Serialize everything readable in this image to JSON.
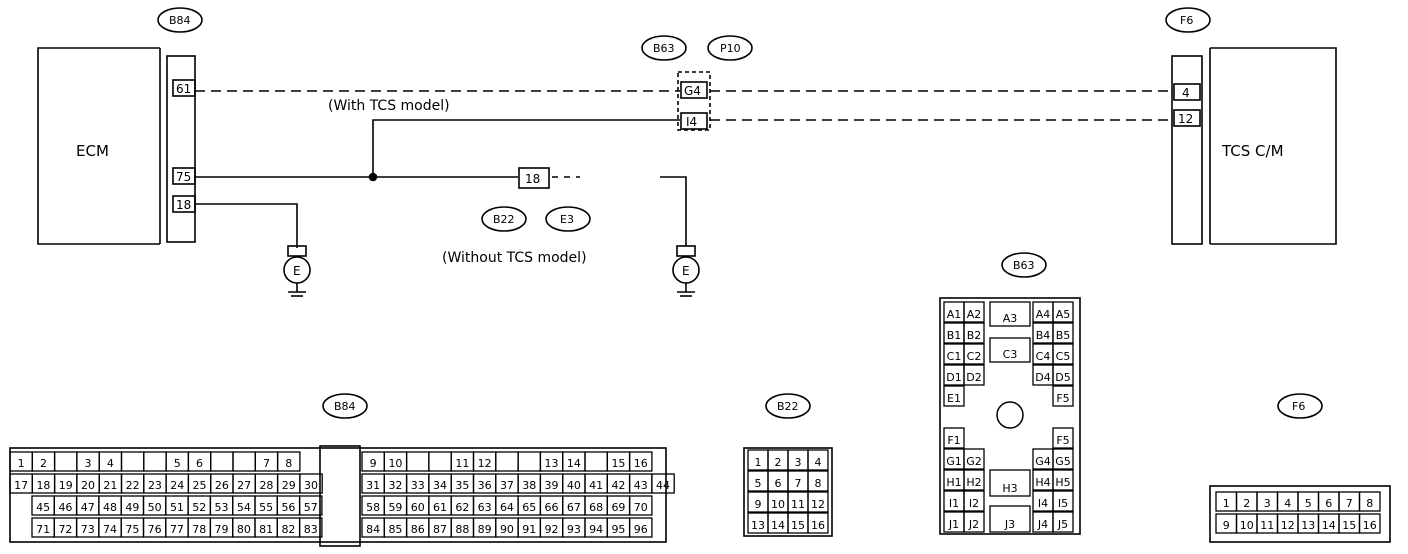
{
  "components": {
    "ecm": "ECM",
    "tcs": "TCS C/M"
  },
  "notes": {
    "with_tcs": "(With TCS model)",
    "without_tcs": "(Without TCS model)"
  },
  "ovals": {
    "b84_top": "B84",
    "b63_top": "B63",
    "p10_top": "P10",
    "f6_top": "F6",
    "b22_mid": "B22",
    "e3_mid": "E3",
    "b63_conn": "B63",
    "b84_conn": "B84",
    "b22_conn": "B22",
    "f6_conn": "F6"
  },
  "ground_symbol": "E",
  "ecm_pins": [
    "61",
    "75",
    "18"
  ],
  "relay_pins": [
    "G4",
    "I4"
  ],
  "jumper_pin": "18",
  "tcs_pins": [
    "4",
    "12"
  ],
  "b84_connector": {
    "row1_left": [
      "1",
      "2",
      "",
      "3",
      "4",
      "",
      "",
      "5",
      "6",
      "",
      "",
      "7",
      "8"
    ],
    "row1_right": [
      "9",
      "10",
      "",
      "",
      "11",
      "12",
      "",
      "",
      "13",
      "14",
      "",
      "15",
      "16"
    ],
    "row2_left": [
      "17",
      "18",
      "19",
      "20",
      "21",
      "22",
      "23",
      "24",
      "25",
      "26",
      "27",
      "28",
      "29",
      "30"
    ],
    "row2_right": [
      "31",
      "32",
      "33",
      "34",
      "35",
      "36",
      "37",
      "38",
      "39",
      "40",
      "41",
      "42",
      "43",
      "44"
    ],
    "row3_left": [
      "45",
      "46",
      "47",
      "48",
      "49",
      "50",
      "51",
      "52",
      "53",
      "54",
      "55",
      "56",
      "57"
    ],
    "row3_right": [
      "58",
      "59",
      "60",
      "61",
      "62",
      "63",
      "64",
      "65",
      "66",
      "67",
      "68",
      "69",
      "70"
    ],
    "row4_left": [
      "71",
      "72",
      "73",
      "74",
      "75",
      "76",
      "77",
      "78",
      "79",
      "80",
      "81",
      "82",
      "83"
    ],
    "row4_right": [
      "84",
      "85",
      "86",
      "87",
      "88",
      "89",
      "90",
      "91",
      "92",
      "93",
      "94",
      "95",
      "96"
    ]
  },
  "b22_connector": {
    "rows": [
      [
        "1",
        "2",
        "3",
        "4"
      ],
      [
        "5",
        "6",
        "7",
        "8"
      ],
      [
        "9",
        "10",
        "11",
        "12"
      ],
      [
        "13",
        "14",
        "15",
        "16"
      ]
    ]
  },
  "b63_connector": {
    "left": [
      [
        "A1",
        "A2"
      ],
      [
        "B1",
        "B2"
      ],
      [
        "C1",
        "C2"
      ],
      [
        "D1",
        "D2"
      ],
      [
        "E1",
        ""
      ],
      [
        "",
        ""
      ],
      [
        "F1",
        ""
      ],
      [
        "G1",
        "G2"
      ],
      [
        "H1",
        "H2"
      ],
      [
        "I1",
        "I2"
      ],
      [
        "J1",
        "J2"
      ]
    ],
    "right": [
      [
        "A4",
        "A5"
      ],
      [
        "B4",
        "B5"
      ],
      [
        "C4",
        "C5"
      ],
      [
        "D4",
        "D5"
      ],
      [
        "",
        "F5"
      ],
      [
        "",
        ""
      ],
      [
        "",
        "F5"
      ],
      [
        "G4",
        "G5"
      ],
      [
        "H4",
        "H5"
      ],
      [
        "I4",
        "I5"
      ],
      [
        "J4",
        "J5"
      ]
    ],
    "center": [
      "A3",
      "C3",
      "H3",
      "J3"
    ]
  },
  "f6_connector": {
    "row1": [
      "1",
      "2",
      "3",
      "4",
      "5",
      "6",
      "7",
      "8"
    ],
    "row2": [
      "9",
      "10",
      "11",
      "12",
      "13",
      "14",
      "15",
      "16"
    ]
  }
}
